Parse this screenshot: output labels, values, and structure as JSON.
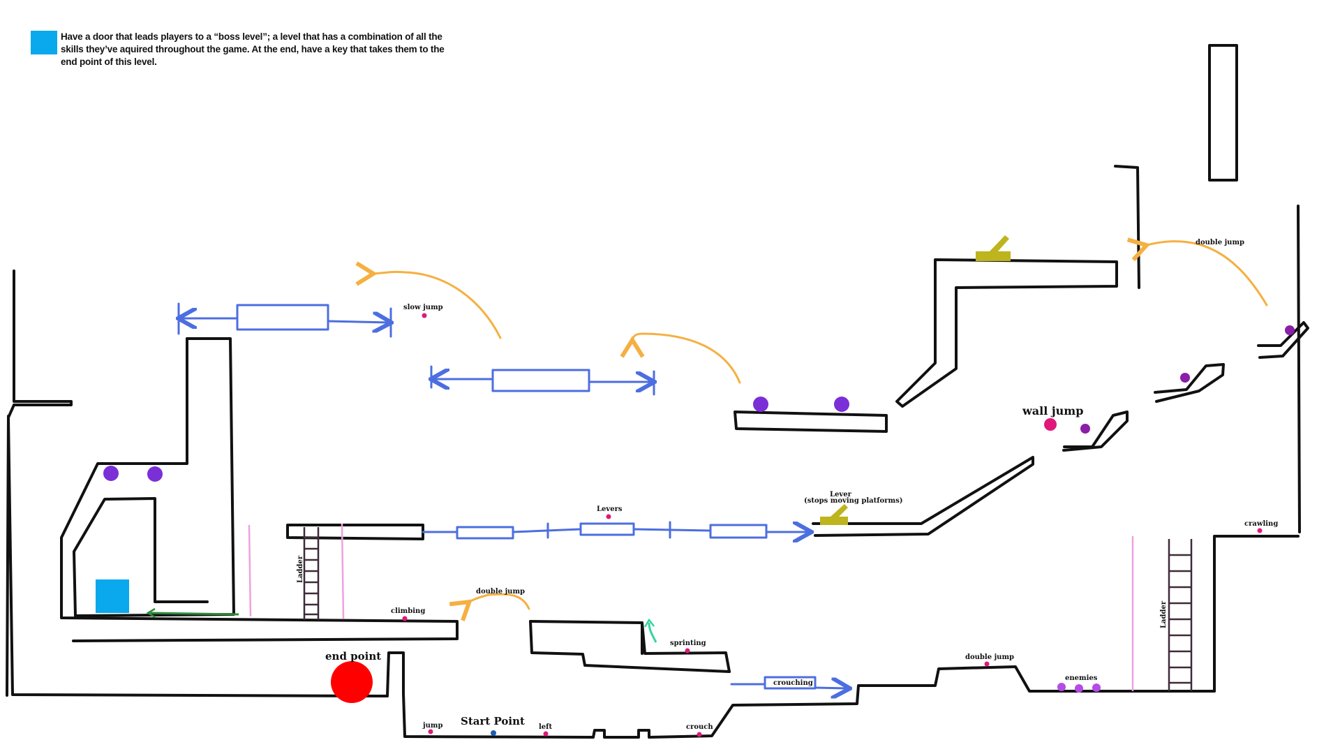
{
  "note": {
    "text": "Have a door that leads players to a “boss level”; a level that has a combination of all the skills they’ve aquired throughout the game. At the end, have a key that takes them to the end point of this level.",
    "color": "#0aa8ec"
  },
  "labels": {
    "slow_jump": "slow jump",
    "double_jump_top": "double jump",
    "wall_jump": "wall jump",
    "lever": "Lever",
    "lever_note": "(stops moving platforms)",
    "levers": "Levers",
    "crawling": "crawling",
    "ladder_left": "Ladder",
    "ladder_right": "Ladder",
    "climbing": "climbing",
    "double_jump_mid": "double jump",
    "end_point": "end point",
    "sprinting": "sprinting",
    "double_jump_bottom": "double jump",
    "crouching": "crouching",
    "enemies": "enemies",
    "start_point": "Start Point",
    "jump": "jump",
    "left": "left",
    "crouch": "crouch"
  },
  "colors": {
    "walls": "#111111",
    "moving_platform": "#4c6ee0",
    "jump_arc": "#f5b041",
    "enemy": "#7b2fd6",
    "skill_marker": "#e0187a",
    "end_point": "#ff0000",
    "boss_door": "#0aa8ec",
    "lever": "#bdb41e",
    "start_marker": "#1a5fb4",
    "green_arrow": "#2e8b3a",
    "teal_arrow": "#34d3a0",
    "barrier": "#f0a0e0"
  }
}
